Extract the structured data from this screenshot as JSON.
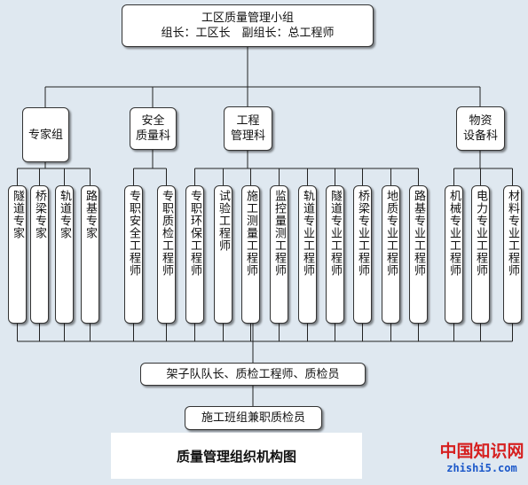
{
  "top": {
    "line1": "工区质量管理小组",
    "line2": "组长：工区长　副组长：总工程师"
  },
  "departments": {
    "expert": "专家组",
    "safety": "安全\n质量科",
    "engineering": "工程\n管理科",
    "material": "物资\n设备科"
  },
  "expert_members": [
    "隧道专家",
    "桥梁专家",
    "轨道专家",
    "路基专家"
  ],
  "safety_members": [
    "专职安全工程师",
    "专职质检工程师"
  ],
  "engineering_members": [
    "专职环保工程师",
    "试验工程师",
    "施工测量工程师",
    "监控量测工程师",
    "轨道专业工程师",
    "隧道专业工程师",
    "桥梁专业工程师",
    "地质专业工程师",
    "路基专业工程师"
  ],
  "material_members": [
    "机械专业工程师",
    "电力专业工程师",
    "材料专业工程师"
  ],
  "level5": "架子队队长、质检工程师、质检员",
  "level6": "施工班组兼职质检员",
  "diagram_title": "质量管理组织机构图",
  "watermark": {
    "cn": "中国知识网",
    "url": "zhishi5.com"
  },
  "colors": {
    "background": "#dfe8f0",
    "box": "#ffffff",
    "line": "#222222",
    "watermark_red": "#d62020",
    "watermark_blue": "#1a57c9"
  }
}
